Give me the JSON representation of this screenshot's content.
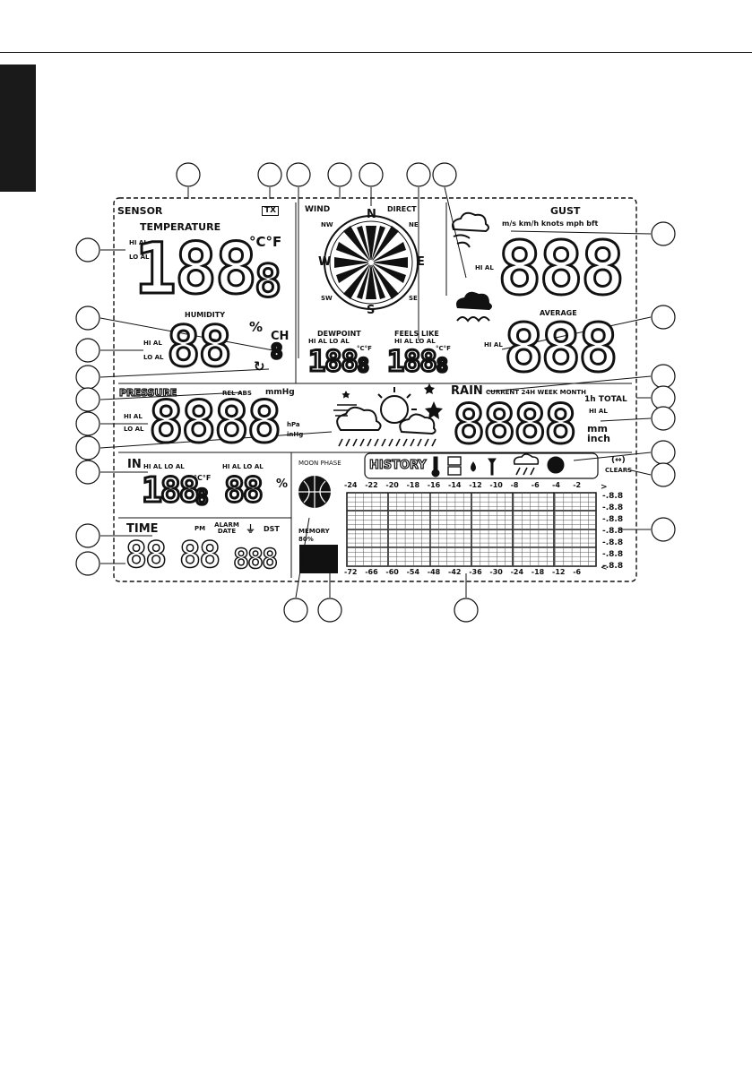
{
  "labels": {
    "sensor": "SENSOR",
    "tx": "TX",
    "wind": "WIND",
    "direct": "DIRECT",
    "gust": "GUST",
    "gust_units": "m/s km/h knots mph bft",
    "temperature": "TEMPERATURE",
    "temp_unit": "°C°F",
    "humidity": "HUMIDITY",
    "humidity_unit": "%",
    "ch": "CH",
    "dewpoint": "DEWPOINT",
    "feels_like": "FEELS LIKE",
    "average": "AVERAGE",
    "pressure": "PRESSURE",
    "relabs": "REL ABS",
    "pressure_unit": "mmHg",
    "hpa": "hPa",
    "inhg": "inHg",
    "rain": "RAIN",
    "rain_periods": "CURRENT 24H WEEK MONTH",
    "rain_total": "1h TOTAL",
    "mm": "mm",
    "inch": "inch",
    "in": "IN",
    "moon_phase": "MOON PHASE",
    "history": "HISTORY",
    "clears": "CLEARS",
    "time": "TIME",
    "pm": "PM",
    "alarm_date": "ALARM DATE",
    "dst": "DST",
    "memory": "MEMORY",
    "memory_pct": "80%",
    "hi_al": "HI AL",
    "lo_al": "LO AL",
    "n": "N",
    "s": "S",
    "w": "W",
    "e": "E",
    "nw": "NW",
    "ne": "NE",
    "sw": "SW",
    "se": "SE",
    "c_f_small": "°C°F"
  },
  "digits": {
    "temp_main": "188",
    "temp_dec": "8",
    "gust": "888",
    "humidity": "88",
    "ch_digit": "8",
    "dewpoint": "188",
    "dewpoint_dec": "8",
    "feels_like": "188",
    "feels_like_dec": "8",
    "average": "888",
    "pressure": "8888",
    "rain": "8888",
    "in_temp": "188",
    "in_temp_dec": "8",
    "in_hum": "88",
    "time_a": "88",
    "time_b": "88",
    "time_c": "888"
  },
  "chart_data": {
    "type": "bar",
    "top_axis": [
      "-24",
      "-22",
      "-20",
      "-18",
      "-16",
      "-14",
      "-12",
      "-10",
      "-8",
      "-6",
      "-4",
      "-2"
    ],
    "bottom_axis": [
      "-72",
      "-66",
      "-60",
      "-54",
      "-48",
      "-42",
      "-36",
      "-30",
      "-24",
      "-18",
      "-12",
      "-6"
    ],
    "right_scale": [
      "-.8.8",
      "-.8.8",
      "-.8.8",
      "-.8.8",
      "-.8.8",
      "-.8.8",
      "-.8.8"
    ]
  },
  "callouts": {
    "top": [
      "",
      "",
      "",
      "",
      "",
      "",
      ""
    ],
    "left": [
      "",
      "",
      "",
      "",
      "",
      "",
      "",
      "",
      "",
      "",
      ""
    ],
    "right": [
      "",
      "",
      "",
      "",
      "",
      "",
      "",
      "",
      ""
    ],
    "bottom": [
      "",
      "",
      ""
    ]
  }
}
